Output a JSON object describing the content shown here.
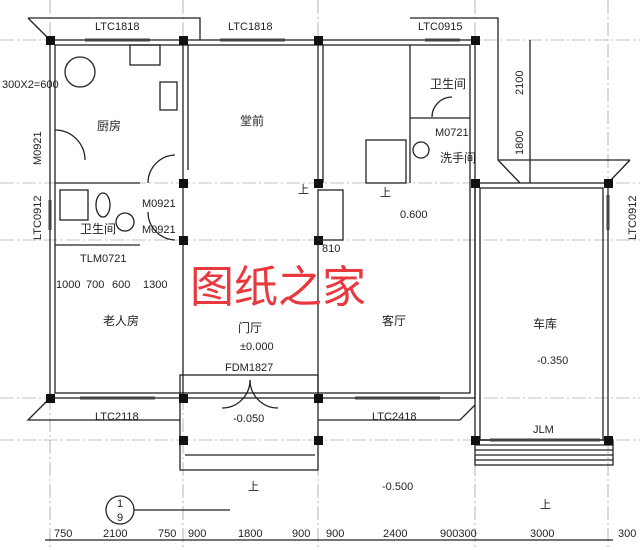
{
  "rooms": {
    "kitchen": "厨房",
    "hall_front": "堂前",
    "bathroom_left": "卫生间",
    "bathroom_right": "卫生间",
    "wash_room": "洗手间",
    "foyer": "门厅",
    "elder_room": "老人房",
    "living_room": "客厅",
    "garage": "车库"
  },
  "openings": {
    "ltc1818_a": "LTC1818",
    "ltc1818_b": "LTC1818",
    "ltc0915": "LTC0915",
    "m0921_left": "M0921",
    "ltc0912_left": "LTC0912",
    "ltc0912_right": "LTC0912",
    "m0921_a": "M0921",
    "m0921_b": "M0921",
    "tlm0721": "TLM0721",
    "m0721": "M0721",
    "fdm1827": "FDM1827",
    "ltc2118": "LTC2118",
    "ltc2418": "LTC2418",
    "jlm": "JLM"
  },
  "levels": {
    "foyer": "±0.000",
    "upper": "0.600",
    "garage": "-0.350",
    "porch": "-0.050",
    "outside": "-0.500"
  },
  "stair_labels": [
    "上",
    "上",
    "上",
    "上"
  ],
  "dimensions": {
    "top_note": "300X2=600",
    "v_2100": "2100",
    "v_1800": "1800",
    "d_810": "810",
    "inner": [
      "1000",
      "700",
      "600",
      "1300"
    ],
    "bottom": [
      "750",
      "2100",
      "750",
      "900",
      "1800",
      "900",
      "900",
      "2400",
      "900300",
      "3000",
      "300"
    ]
  },
  "section_mark": {
    "top": "1",
    "bottom": "9"
  },
  "watermark": "图纸之家",
  "colors": {
    "watermark": "#e8393e",
    "lines": "#222222"
  }
}
